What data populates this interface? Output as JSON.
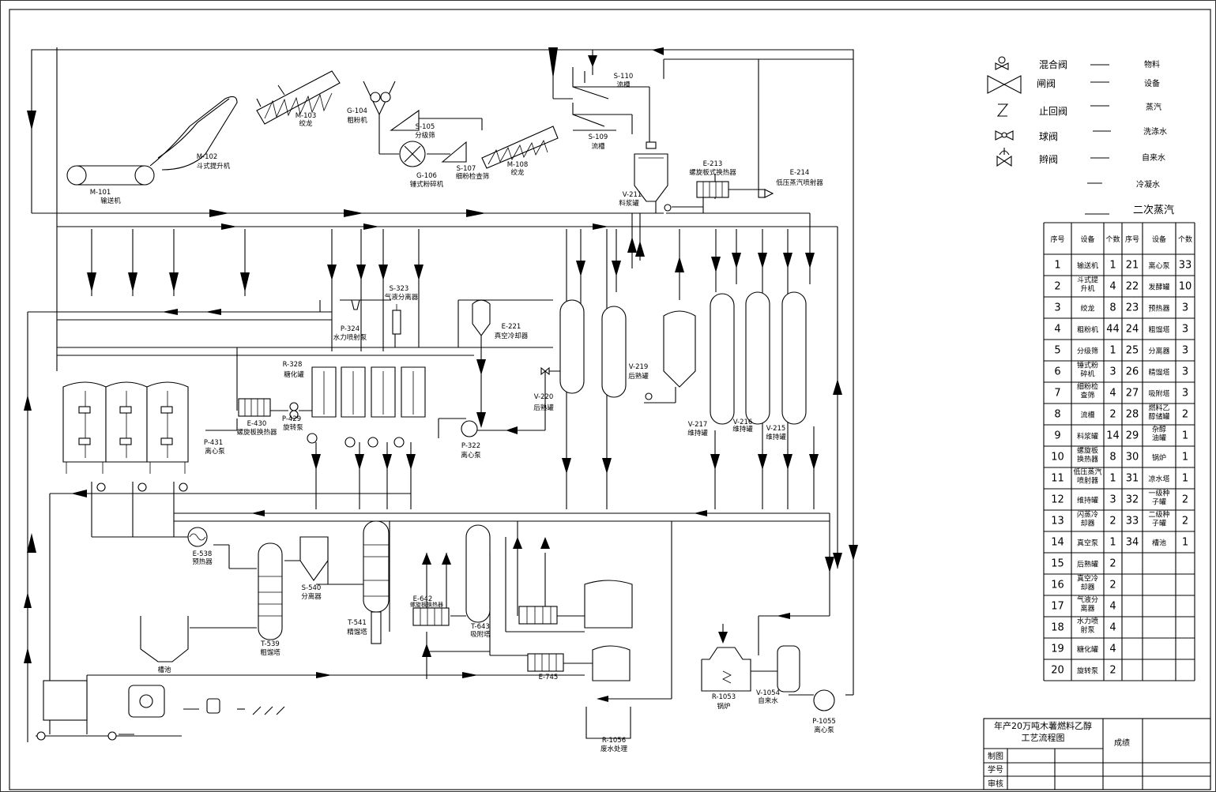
{
  "drawing": {
    "equipment": [
      {
        "code": "M-101",
        "name": "输送机"
      },
      {
        "code": "M-102",
        "name": "斗式提升机"
      },
      {
        "code": "M-103",
        "name": "绞龙"
      },
      {
        "code": "G-104",
        "name": "粗粉机"
      },
      {
        "code": "S-105",
        "name": "分级筛"
      },
      {
        "code": "G-106",
        "name": "锤式粉碎机"
      },
      {
        "code": "S-107",
        "name": "细粉检查筛"
      },
      {
        "code": "M-108",
        "name": "绞龙"
      },
      {
        "code": "S-109",
        "name": "流槽"
      },
      {
        "code": "S-110",
        "name": "流槽"
      },
      {
        "code": "V-211",
        "name": "料浆罐"
      },
      {
        "code": "E-213",
        "name": "螺旋板式换热器"
      },
      {
        "code": "E-214",
        "name": "低压蒸汽喷射器"
      },
      {
        "code": "S-323",
        "name": "气液分离器"
      },
      {
        "code": "P-324",
        "name": "水力喷射泵"
      },
      {
        "code": "R-328",
        "name": "糖化罐"
      },
      {
        "code": "E-430",
        "name": "螺旋板换热器"
      },
      {
        "code": "P-429",
        "name": "旋转泵"
      },
      {
        "code": "P-431",
        "name": "离心泵"
      },
      {
        "code": "E-221",
        "name": "真空冷却器"
      },
      {
        "code": "V-219",
        "name": "后熟罐"
      },
      {
        "code": "V-220",
        "name": "后熟罐"
      },
      {
        "code": "P-322",
        "name": "离心泵"
      },
      {
        "code": "V-217",
        "name": "维持罐"
      },
      {
        "code": "V-216",
        "name": "维持罐"
      },
      {
        "code": "V-215",
        "name": "维持罐"
      },
      {
        "code": "E-538",
        "name": "预热器"
      },
      {
        "code": "S-540",
        "name": "分离器"
      },
      {
        "code": "T-539",
        "name": "粗馏塔"
      },
      {
        "code": "T-541",
        "name": "精馏塔"
      },
      {
        "code": "E-642",
        "name": "螺旋板换热器"
      },
      {
        "code": "T-643",
        "name": "吸附塔"
      },
      {
        "code": "E-745",
        "name": ""
      },
      {
        "code": "R-1056",
        "name": "废水处理"
      },
      {
        "code": "R-1053",
        "name": "锅炉"
      },
      {
        "code": "V-1054",
        "name": "自来水"
      },
      {
        "code": "P-1055",
        "name": "离心泵"
      }
    ],
    "misc_labels": {
      "pool": "槽池"
    }
  },
  "legend": {
    "valves": [
      {
        "icon": "mixing-valve-icon",
        "label": "混合阀"
      },
      {
        "icon": "gate-valve-icon",
        "label": "闸阀"
      },
      {
        "icon": "check-valve-icon",
        "label": "止回阀"
      },
      {
        "icon": "ball-valve-icon",
        "label": "球阀"
      },
      {
        "icon": "diaphragm-valve-icon",
        "label": "辫阀"
      }
    ],
    "lines": [
      "物料",
      "设备",
      "蒸汽",
      "洗涤水",
      "自来水",
      "冷凝水",
      "二次蒸汽"
    ]
  },
  "table": {
    "headers": [
      "序号",
      "设备",
      "个数",
      "序号",
      "设备",
      "个数"
    ],
    "rows": [
      [
        "1",
        "输送机",
        "1",
        "21",
        "离心泵",
        "33"
      ],
      [
        "2",
        "斗式提升机",
        "4",
        "22",
        "发酵罐",
        "10"
      ],
      [
        "3",
        "绞龙",
        "8",
        "23",
        "预热器",
        "3"
      ],
      [
        "4",
        "粗粉机",
        "44",
        "24",
        "粗馏塔",
        "3"
      ],
      [
        "5",
        "分级筛",
        "1",
        "25",
        "分离器",
        "3"
      ],
      [
        "6",
        "锤式粉碎机",
        "3",
        "26",
        "精馏塔",
        "3"
      ],
      [
        "7",
        "细粉检查筛",
        "4",
        "27",
        "吸附塔",
        "3"
      ],
      [
        "8",
        "流槽",
        "2",
        "28",
        "燃料乙醇储罐",
        "2"
      ],
      [
        "9",
        "料浆罐",
        "14",
        "29",
        "杂醇油罐",
        "1"
      ],
      [
        "10",
        "螺旋板换热器",
        "8",
        "30",
        "锅炉",
        "1"
      ],
      [
        "11",
        "低压蒸汽喷射器",
        "1",
        "31",
        "凉水塔",
        "1"
      ],
      [
        "12",
        "维持罐",
        "3",
        "32",
        "一级种子罐",
        "2"
      ],
      [
        "13",
        "闪蒸冷却器",
        "2",
        "33",
        "二级种子罐",
        "2"
      ],
      [
        "14",
        "真空泵",
        "1",
        "34",
        "槽池",
        "1"
      ],
      [
        "15",
        "后熟罐",
        "2",
        "",
        "",
        ""
      ],
      [
        "16",
        "真空冷却器",
        "2",
        "",
        "",
        ""
      ],
      [
        "17",
        "气液分离器",
        "4",
        "",
        "",
        ""
      ],
      [
        "18",
        "水力喷射泵",
        "4",
        "",
        "",
        ""
      ],
      [
        "19",
        "糖化罐",
        "4",
        "",
        "",
        ""
      ],
      [
        "20",
        "旋转泵",
        "2",
        "",
        "",
        ""
      ]
    ]
  },
  "title_block": {
    "title_line1": "年产20万吨木薯燃料乙醇",
    "title_line2": "工艺流程图",
    "grade_label": "成绩",
    "drawn_by": "制图",
    "student_id": "学号",
    "reviewed_by": "审核"
  }
}
